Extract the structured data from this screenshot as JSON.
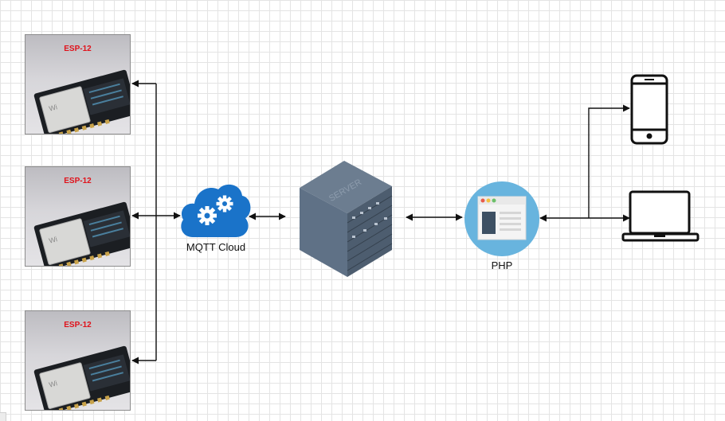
{
  "devices": [
    {
      "label": "ESP-12"
    },
    {
      "label": "ESP-12"
    },
    {
      "label": "ESP-12"
    }
  ],
  "cloud": {
    "label": "MQTT Cloud",
    "icon": "gear-cloud-icon",
    "color": "#1a73c9"
  },
  "server": {
    "icon": "server-rack-icon",
    "engraving": "SERVER"
  },
  "web": {
    "label": "PHP",
    "icon": "web-page-icon",
    "circle_color": "#68b4de"
  },
  "clients": [
    {
      "icon": "smartphone-icon"
    },
    {
      "icon": "laptop-icon"
    }
  ],
  "colors": {
    "esp_label": "#e0121b",
    "arrows": "#111111"
  }
}
